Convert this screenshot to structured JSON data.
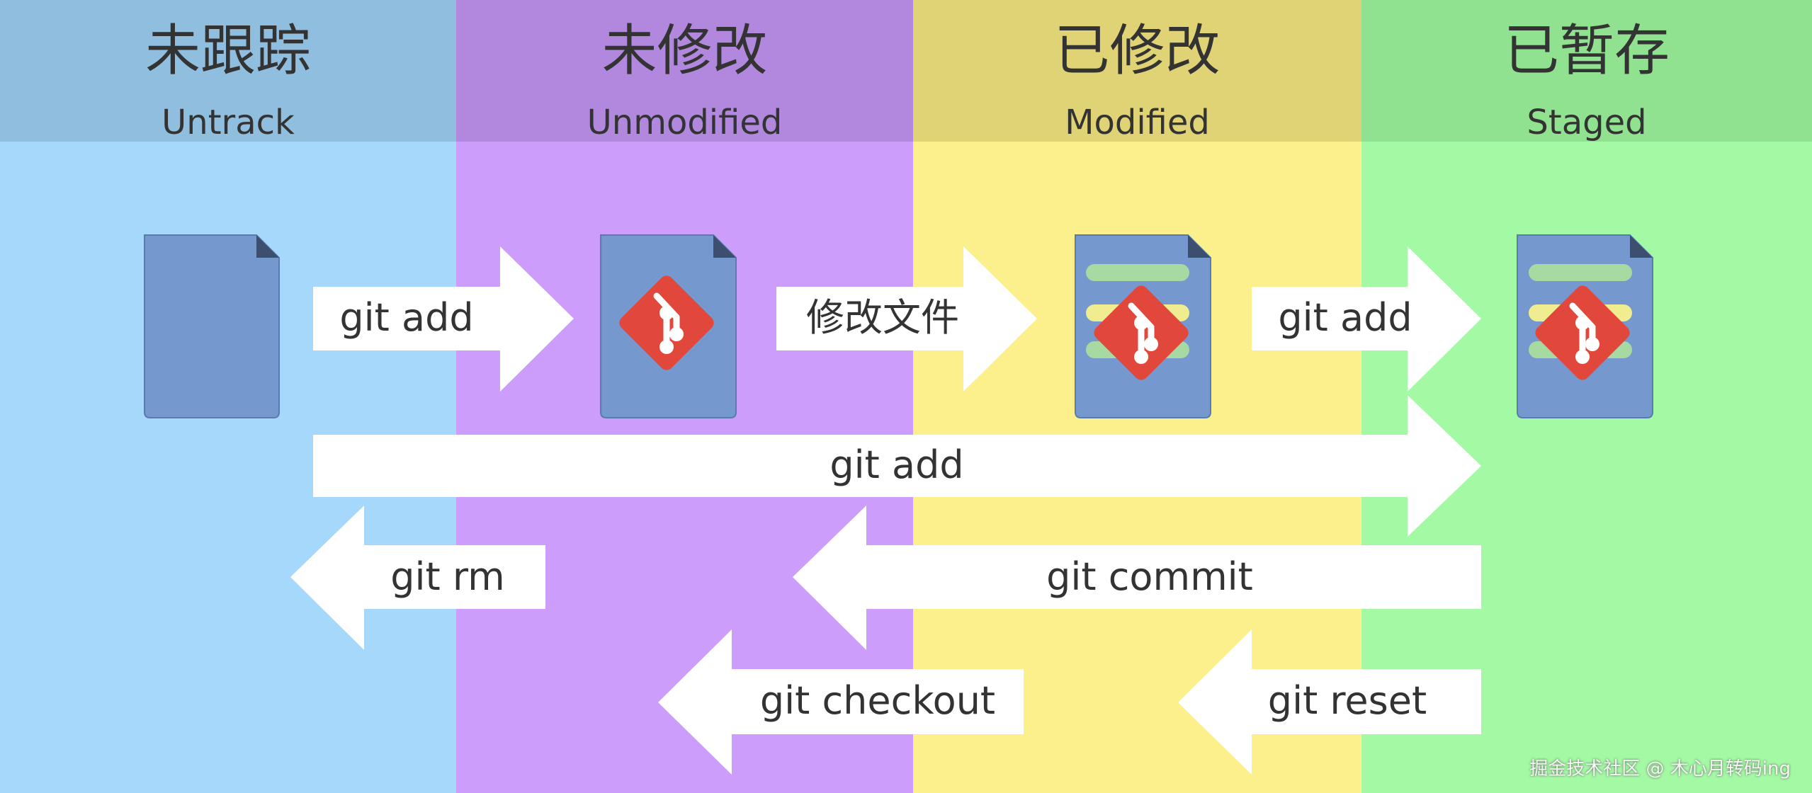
{
  "colors": {
    "untracked": "#a6d8fb",
    "unmodified": "#cc9dfa",
    "modified": "#fcf08d",
    "staged": "#a4f9a4",
    "file_body": "#7599cf",
    "git_logo": "#e2473b",
    "arrow": "#ffffff"
  },
  "columns": [
    {
      "title_zh": "未跟踪",
      "title_en": "Untrack"
    },
    {
      "title_zh": "未修改",
      "title_en": "Unmodified"
    },
    {
      "title_zh": "已修改",
      "title_en": "Modified"
    },
    {
      "title_zh": "已暂存",
      "title_en": "Staged"
    }
  ],
  "file_icons": [
    {
      "name": "plain-file-icon"
    },
    {
      "name": "git-file-icon"
    },
    {
      "name": "git-modified-file-icon"
    },
    {
      "name": "git-staged-file-icon"
    }
  ],
  "arrows": {
    "add_untracked": "git add",
    "modify_file": "修改文件",
    "add_modified": "git add",
    "add_all": "git add",
    "rm": "git rm",
    "commit": "git commit",
    "checkout": "git checkout",
    "reset": "git reset"
  },
  "watermark": "掘金技术社区 @ 木心月转码ing"
}
